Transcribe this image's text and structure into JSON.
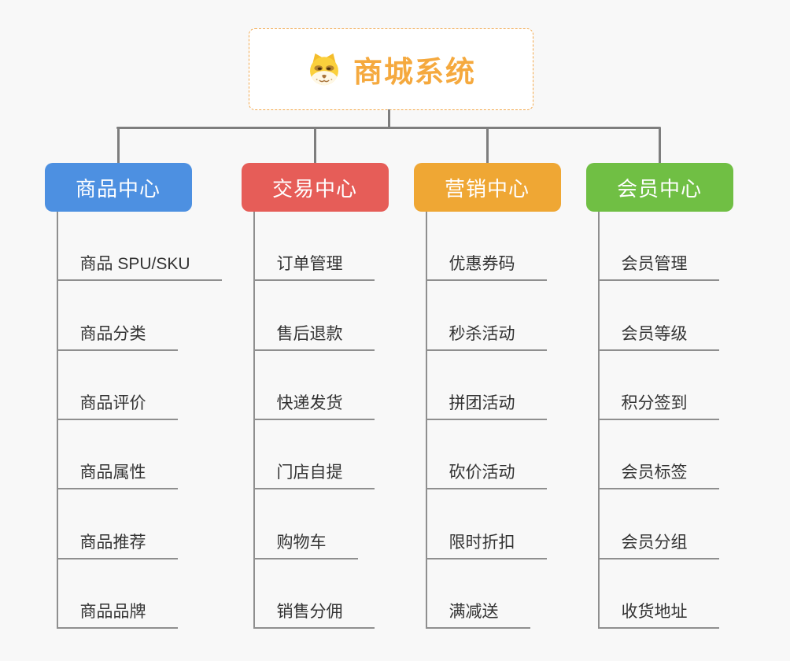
{
  "root": {
    "title": "商城系统",
    "icon": "dog-icon"
  },
  "branches": [
    {
      "label": "商品中心",
      "color": "#4d90e1",
      "children": [
        "商品 SPU/SKU",
        "商品分类",
        "商品评价",
        "商品属性",
        "商品推荐",
        "商品品牌"
      ]
    },
    {
      "label": "交易中心",
      "color": "#e65d58",
      "children": [
        "订单管理",
        "售后退款",
        "快递发货",
        "门店自提",
        "购物车",
        "销售分佣"
      ]
    },
    {
      "label": "营销中心",
      "color": "#efa734",
      "children": [
        "优惠券码",
        "秒杀活动",
        "拼团活动",
        "砍价活动",
        "限时折扣",
        "满减送"
      ]
    },
    {
      "label": "会员中心",
      "color": "#70bf44",
      "children": [
        "会员管理",
        "会员等级",
        "积分签到",
        "会员标签",
        "会员分组",
        "收货地址"
      ]
    }
  ],
  "colors": {
    "background": "#f8f8f8",
    "root_border": "#f2a94e",
    "root_title": "#f5a93e",
    "connector": "#7e7e7e",
    "leaf_line": "#8f8f8f",
    "leaf_text": "#333333",
    "branch_text": "#ffffff"
  }
}
